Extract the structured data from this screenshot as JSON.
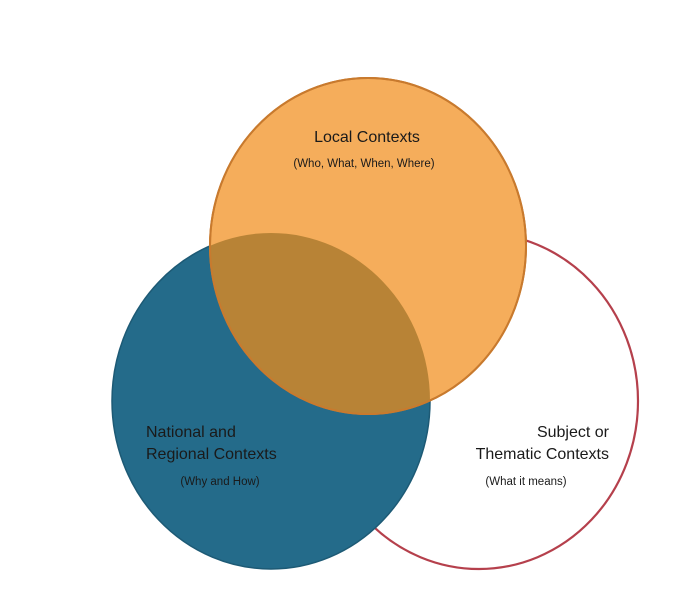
{
  "diagram": {
    "type": "venn",
    "sets": [
      {
        "id": "local",
        "title_lines": [
          "Local Contexts"
        ],
        "subtitle": "(Who, What, When, Where)",
        "fill": "#f5ad5b",
        "stroke": "#c87a2e"
      },
      {
        "id": "national",
        "title_lines": [
          "National and",
          "Regional Contexts"
        ],
        "subtitle": "(Why and How)",
        "fill": "#246b8a",
        "stroke": "#1d5a75"
      },
      {
        "id": "subject",
        "title_lines": [
          "Subject or",
          "Thematic Contexts"
        ],
        "subtitle": "(What it means)",
        "fill": "#ffffff",
        "stroke": "#b5404c"
      }
    ],
    "overlap_local_national_fill": "#b88336"
  }
}
